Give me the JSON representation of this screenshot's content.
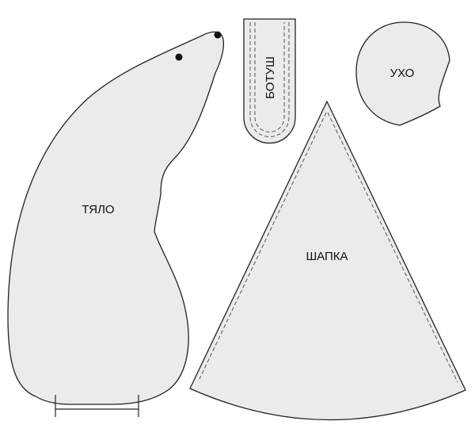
{
  "pieces": {
    "body": {
      "label": "ТЯЛО"
    },
    "boot": {
      "label": "БОТУШ"
    },
    "ear": {
      "label": "УХО"
    },
    "hat": {
      "label": "ШАПКА"
    }
  },
  "colors": {
    "fill": "#ebebeb",
    "outline": "#222222",
    "seam": "#555555"
  }
}
